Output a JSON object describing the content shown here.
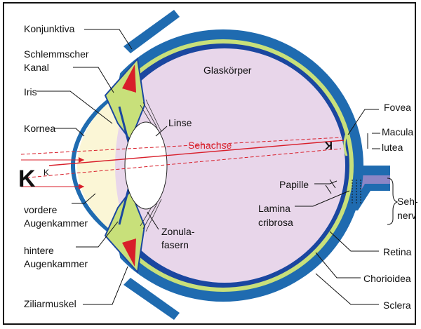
{
  "labels": {
    "konjunktiva": "Konjunktiva",
    "schlemm_line1": "Schlemmscher",
    "schlemm_line2": "Kanal",
    "iris": "Iris",
    "kornea": "Kornea",
    "vordere_line1": "vordere",
    "vordere_line2": "Augenkammer",
    "hintere_line1": "hintere",
    "hintere_line2": "Augenkammer",
    "ziliarmuskel": "Ziliarmuskel",
    "glaskoerper": "Glaskörper",
    "linse": "Linse",
    "sehachse": "Sehachse",
    "zonula_line1": "Zonula-",
    "zonula_line2": "fasern",
    "fovea": "Fovea",
    "macula_line1": "Macula",
    "macula_line2": "lutea",
    "papille": "Papille",
    "lamina_line1": "Lamina",
    "lamina_line2": "cribrosa",
    "sehnerv_line1": "Seh-",
    "sehnerv_line2": "nerv",
    "retina": "Retina",
    "chorioidea": "Chorioidea",
    "sclera": "Sclera"
  },
  "object_letters": {
    "large": "K",
    "small": "K",
    "retina_image": "K"
  },
  "colors": {
    "sclera": "#1f6bb0",
    "choroid": "#c8e07a",
    "retina": "#1a47a0",
    "vitreous": "#e8d6ea",
    "lens": "#ffffff",
    "chamber": "#fbf6d6",
    "ray": "#d81e2a",
    "optic_nerve": "#8c86c6"
  }
}
